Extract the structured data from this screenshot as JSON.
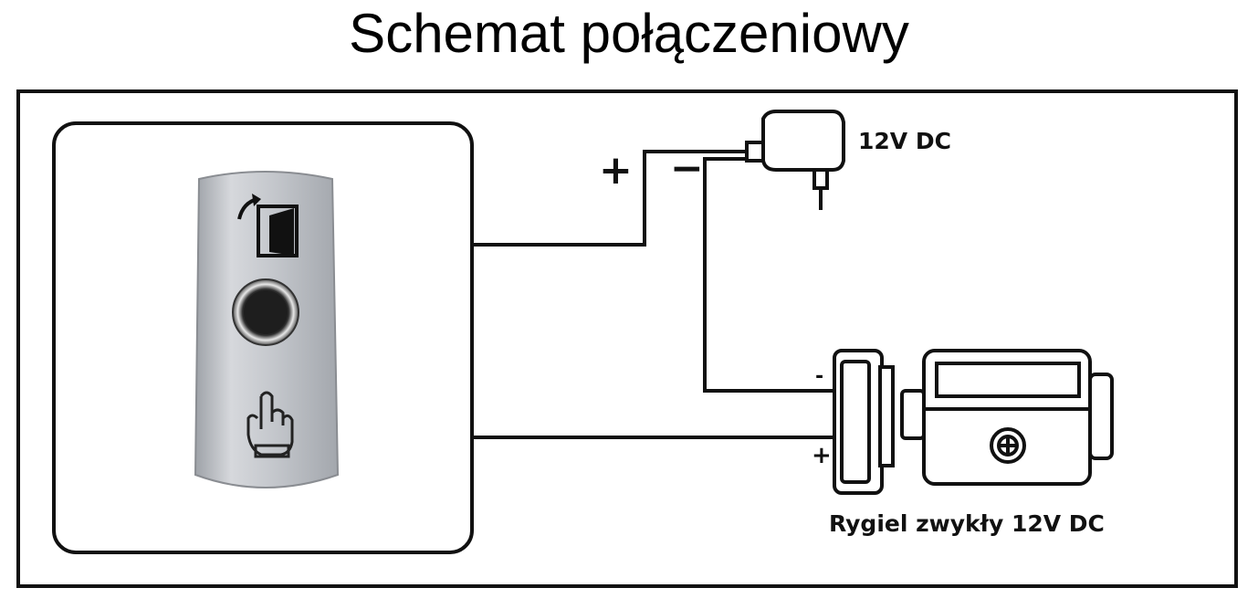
{
  "title": "Schemat połączeniowy",
  "labels": {
    "power_supply": "12V DC",
    "lock": "Rygiel zwykły 12V DC"
  },
  "polarity": {
    "supply_plus": "+",
    "supply_minus": "−",
    "lock_minus": "-",
    "lock_plus": "+"
  },
  "colors": {
    "line": "#111111",
    "button_body": "#c2c5ca",
    "background": "#ffffff"
  }
}
